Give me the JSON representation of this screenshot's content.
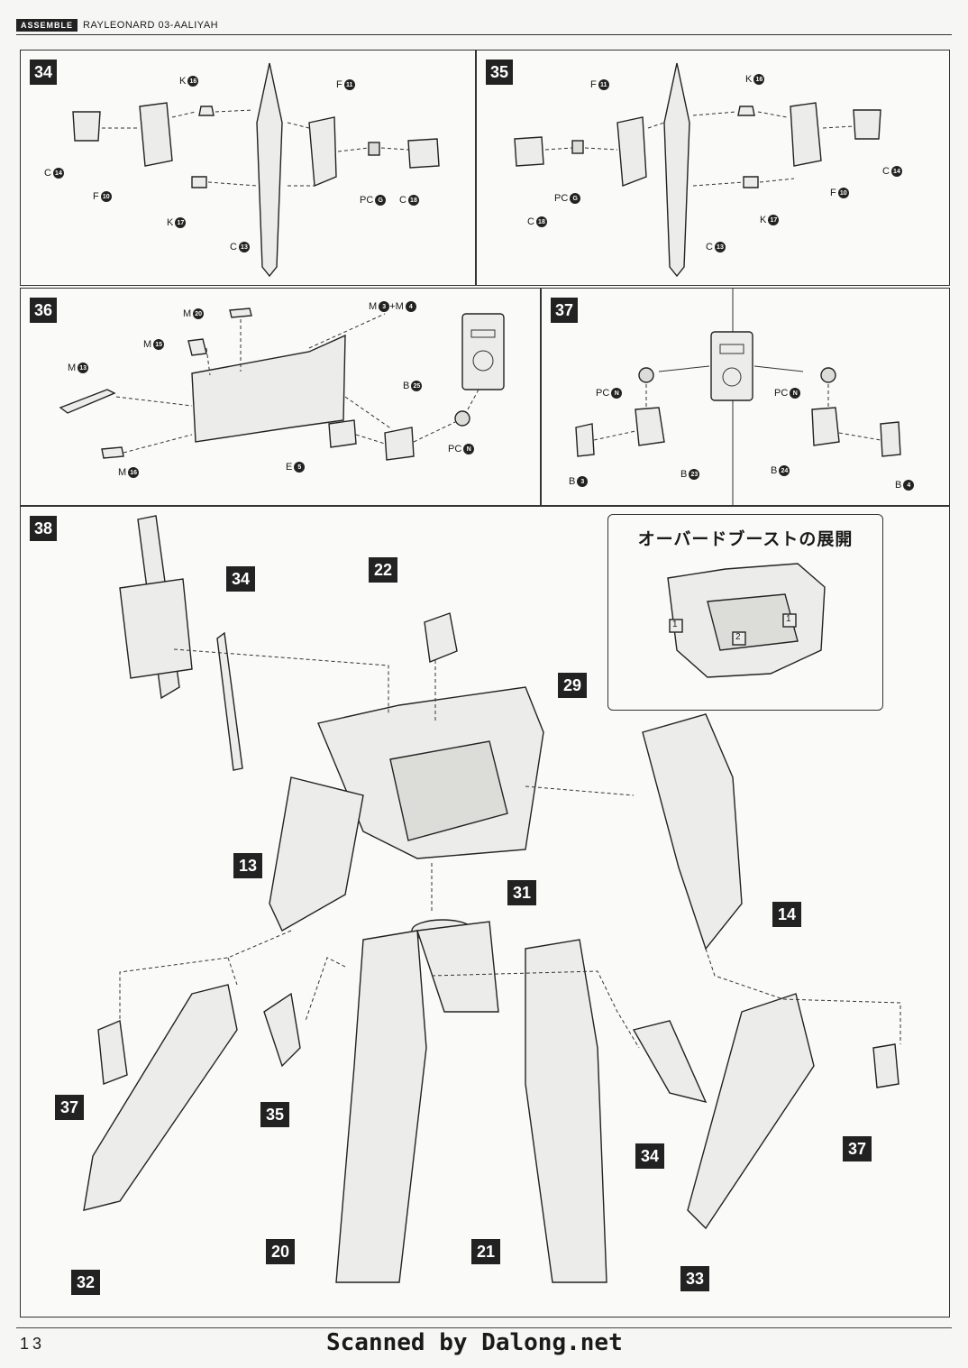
{
  "header": {
    "badge": "ASSEMBLE",
    "model": "RAYLEONARD 03-AALIYAH"
  },
  "steps": {
    "s34": {
      "number": "34",
      "labels": [
        {
          "id": "k16",
          "text": "K",
          "n": "16"
        },
        {
          "id": "f11",
          "text": "F",
          "n": "11"
        },
        {
          "id": "c14",
          "text": "C",
          "n": "14"
        },
        {
          "id": "f10",
          "text": "F",
          "n": "10"
        },
        {
          "id": "k17",
          "text": "K",
          "n": "17"
        },
        {
          "id": "c13",
          "text": "C",
          "n": "13"
        },
        {
          "id": "pcg",
          "text": "PC",
          "n": "G"
        },
        {
          "id": "c18",
          "text": "C",
          "n": "18"
        }
      ]
    },
    "s35": {
      "number": "35",
      "labels": [
        {
          "id": "f11",
          "text": "F",
          "n": "11"
        },
        {
          "id": "k16",
          "text": "K",
          "n": "16"
        },
        {
          "id": "c14",
          "text": "C",
          "n": "14"
        },
        {
          "id": "f10",
          "text": "F",
          "n": "10"
        },
        {
          "id": "k17",
          "text": "K",
          "n": "17"
        },
        {
          "id": "c13",
          "text": "C",
          "n": "13"
        },
        {
          "id": "pcg",
          "text": "PC",
          "n": "G"
        },
        {
          "id": "c18",
          "text": "C",
          "n": "18"
        }
      ]
    },
    "s36": {
      "number": "36",
      "labels": [
        {
          "id": "m20",
          "text": "M",
          "n": "20"
        },
        {
          "id": "m34",
          "text": "M",
          "n": "3",
          "extra": "+M",
          "n2": "4"
        },
        {
          "id": "m15",
          "text": "M",
          "n": "15"
        },
        {
          "id": "m13",
          "text": "M",
          "n": "13"
        },
        {
          "id": "b25",
          "text": "B",
          "n": "25"
        },
        {
          "id": "m16",
          "text": "M",
          "n": "16"
        },
        {
          "id": "e5",
          "text": "E",
          "n": "5"
        },
        {
          "id": "pcn",
          "text": "PC",
          "n": "N"
        }
      ]
    },
    "s37": {
      "number": "37",
      "labels": [
        {
          "id": "pcn_l",
          "text": "PC",
          "n": "N"
        },
        {
          "id": "pcn_r",
          "text": "PC",
          "n": "N"
        },
        {
          "id": "b23",
          "text": "B",
          "n": "23"
        },
        {
          "id": "b3",
          "text": "B",
          "n": "3"
        },
        {
          "id": "b24",
          "text": "B",
          "n": "24"
        },
        {
          "id": "b4",
          "text": "B",
          "n": "4"
        }
      ]
    },
    "s38": {
      "number": "38",
      "inset_title": "オーバードブーストの展開",
      "inset_marks": [
        "1",
        "2",
        "1"
      ],
      "refs": [
        "34",
        "22",
        "29",
        "13",
        "14",
        "31",
        "37",
        "35",
        "32",
        "20",
        "21",
        "34",
        "33",
        "37"
      ]
    }
  },
  "footer": {
    "page": "13",
    "scan": "Scanned by Dalong.net"
  }
}
